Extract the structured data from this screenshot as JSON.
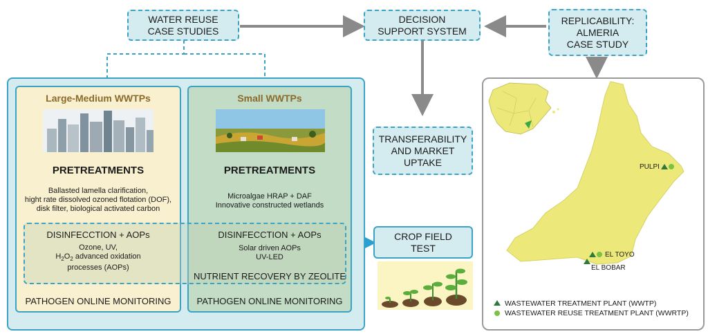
{
  "boxes": {
    "water_reuse": "WATER REUSE\nCASE STUDIES",
    "decision": "DECISION\nSUPPORT SYSTEM",
    "replicability": "REPLICABILITY:\nALMERIA\nCASE STUDY",
    "transferability": "TRANSFERABILITY\nAND MARKET\nUPTAKE",
    "crop": "CROP FIELD\nTEST"
  },
  "large": {
    "title": "Large-Medium WWTPs",
    "pretreatments": "PRETREATMENTS",
    "pretreat_text": "Ballasted lamella clarification,\nhight rate dissolved ozoned flotation (DOF),\ndisk filter, biological activated carbon",
    "disinfection": "DISINFECCTION + AOPs",
    "dis_text_1": "Ozone, UV,",
    "dis_text_h": "H",
    "dis_text_2": "2",
    "dis_text_o": "O",
    "dis_text_3": "2",
    "dis_text_rest": " advanced oxidation",
    "dis_text_4": "processes (AOPs)",
    "monitoring": "PATHOGEN ONLINE MONITORING"
  },
  "small": {
    "title": "Small WWTPs",
    "pretreatments": "PRETREATMENTS",
    "pretreat_text": "Microalgae HRAP + DAF\nInnovative constructed wetlands",
    "disinfection": "DISINFECCTION + AOPs",
    "dis_text": "Solar driven AOPs\nUV-LED",
    "nutrient": "NUTRIENT RECOVERY BY ZEOLITE",
    "monitoring": "PATHOGEN ONLINE MONITORING"
  },
  "map": {
    "pulpi": "PULPI",
    "el_toyo": "EL TOYO",
    "el_bobar": "EL BOBAR",
    "legend_wwtp": "WASTEWATER TREATMENT PLANT (WWTP)",
    "legend_wwrtp": "WASTEWATER REUSE TREATMENT PLANT (WWRTP)"
  },
  "colors": {
    "box_fill": "#d4ebef",
    "box_border": "#3aa3c3",
    "arrow_gray": "#8a8a8a",
    "map_yellow": "#ece97a",
    "wwtp_green": "#2f7a3a",
    "wwrtp_green": "#7cc242"
  }
}
